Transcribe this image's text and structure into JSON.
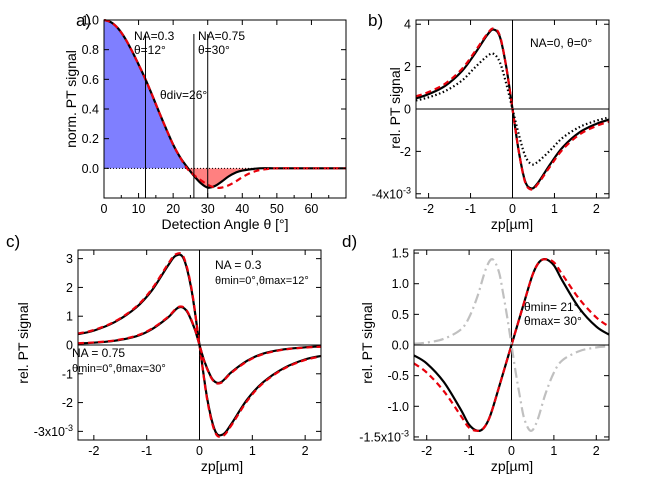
{
  "chart_data": [
    {
      "type": "line",
      "panel_label": "a)",
      "xlabel": "Detection Angle θ [°]",
      "ylabel": "norm. PT signal",
      "xlim": [
        0,
        70
      ],
      "ylim": [
        -0.2,
        1.0
      ],
      "xticks": [
        0,
        10,
        20,
        30,
        40,
        50,
        60
      ],
      "yticks": [
        0.0,
        0.2,
        0.4,
        0.6,
        0.8,
        1.0
      ],
      "xtick_labels": [
        "0",
        "10",
        "20",
        "30",
        "40",
        "50",
        "60"
      ],
      "ytick_labels": [
        "0.0",
        "0.2",
        "0.4",
        "0.6",
        "0.8",
        "1.0"
      ],
      "grid": false,
      "annotations": [
        {
          "line1": "NA=0.3",
          "line2": "θ=12°",
          "x": 12
        },
        {
          "line1": "NA=0.75",
          "line2": "θ=30°",
          "x": 30
        },
        {
          "text": "θdiv=26°",
          "x": 26
        }
      ],
      "colors": {
        "positive_fill": "#7f7fff",
        "negative_fill": "#ff8080",
        "model": "#000000",
        "theory": "#e8000b"
      },
      "series": [
        {
          "style": "solid-black",
          "x": [
            0,
            2,
            4,
            6,
            8,
            10,
            12,
            14,
            16,
            18,
            20,
            22,
            24,
            26,
            28,
            30,
            32,
            34,
            36,
            38,
            40,
            45,
            50,
            60,
            70
          ],
          "values": [
            1.0,
            0.985,
            0.945,
            0.88,
            0.795,
            0.7,
            0.6,
            0.49,
            0.375,
            0.265,
            0.16,
            0.075,
            0.01,
            -0.05,
            -0.1,
            -0.13,
            -0.12,
            -0.09,
            -0.055,
            -0.03,
            -0.015,
            0.0,
            0.0,
            0.0,
            0.0
          ]
        },
        {
          "style": "dashed-red",
          "x": [
            0,
            2,
            4,
            6,
            8,
            10,
            12,
            14,
            16,
            18,
            20,
            22,
            24,
            26,
            28,
            30,
            32,
            34,
            36,
            38,
            40,
            42,
            44,
            46,
            50,
            60,
            70
          ],
          "values": [
            1.0,
            0.985,
            0.945,
            0.88,
            0.795,
            0.7,
            0.6,
            0.49,
            0.375,
            0.265,
            0.16,
            0.075,
            0.0,
            -0.045,
            -0.08,
            -0.11,
            -0.13,
            -0.13,
            -0.115,
            -0.09,
            -0.06,
            -0.035,
            -0.018,
            -0.008,
            0.0,
            0.0,
            0.0
          ]
        }
      ]
    },
    {
      "type": "line",
      "panel_label": "b)",
      "xlabel": "zp[µm]",
      "ylabel": "rel. PT signal",
      "xlim": [
        -2.3,
        2.3
      ],
      "ylim": [
        -4.2,
        4.2
      ],
      "xticks": [
        -2,
        -1,
        0,
        1,
        2
      ],
      "yticks": [
        -4,
        -2,
        0,
        2,
        4
      ],
      "xtick_labels": [
        "-2",
        "-1",
        "0",
        "1",
        "2"
      ],
      "ytick_labels": [
        "-4x10-3",
        "-2",
        "0",
        "2",
        "4"
      ],
      "grid": false,
      "annotation": "NA=0, θ=0°",
      "series": [
        {
          "style": "solid-black",
          "x": [
            -2.3,
            -2,
            -1.6,
            -1.2,
            -0.9,
            -0.6,
            -0.45,
            -0.3,
            -0.15,
            0,
            0.15,
            0.3,
            0.45,
            0.6,
            0.9,
            1.2,
            1.6,
            2,
            2.3
          ],
          "values": [
            0.5,
            0.7,
            1.1,
            1.8,
            2.6,
            3.5,
            3.75,
            3.4,
            2.0,
            0,
            -2.0,
            -3.4,
            -3.75,
            -3.5,
            -2.6,
            -1.8,
            -1.1,
            -0.7,
            -0.5
          ]
        },
        {
          "style": "dashed-red",
          "x": [
            -2.3,
            -2,
            -1.6,
            -1.2,
            -0.9,
            -0.6,
            -0.45,
            -0.3,
            -0.15,
            0,
            0.15,
            0.3,
            0.45,
            0.6,
            0.9,
            1.2,
            1.6,
            2,
            2.3
          ],
          "values": [
            0.6,
            0.8,
            1.2,
            1.9,
            2.7,
            3.55,
            3.8,
            3.45,
            2.0,
            0,
            -2.0,
            -3.45,
            -3.8,
            -3.55,
            -2.7,
            -1.9,
            -1.2,
            -0.8,
            -0.6
          ]
        },
        {
          "style": "dotted-black",
          "x": [
            -2.3,
            -2,
            -1.6,
            -1.2,
            -0.9,
            -0.6,
            -0.45,
            -0.3,
            -0.15,
            0,
            0.15,
            0.3,
            0.45,
            0.6,
            0.9,
            1.2,
            1.6,
            2,
            2.3
          ],
          "values": [
            0.4,
            0.55,
            0.85,
            1.35,
            1.95,
            2.5,
            2.6,
            2.2,
            1.2,
            0,
            -1.2,
            -2.2,
            -2.6,
            -2.5,
            -1.95,
            -1.35,
            -0.85,
            -0.55,
            -0.4
          ]
        }
      ]
    },
    {
      "type": "line",
      "panel_label": "c)",
      "xlabel": "zp[µm]",
      "ylabel": "rel. PT signal",
      "xlim": [
        -2.3,
        2.3
      ],
      "ylim": [
        -3.3,
        3.3
      ],
      "xticks": [
        -2,
        -1,
        0,
        1,
        2
      ],
      "yticks": [
        -3,
        -2,
        -1,
        0,
        1,
        2,
        3
      ],
      "xtick_labels": [
        "-2",
        "-1",
        "0",
        "1",
        "2"
      ],
      "ytick_labels": [
        "-3x10-3",
        "-2",
        "-1",
        "0",
        "1",
        "2",
        "3"
      ],
      "grid": false,
      "annotations": [
        {
          "line1": "NA = 0.3",
          "line2": "θmin=0°,θmax=12°"
        },
        {
          "line1": "NA = 0.75",
          "line2": "θmin=0°,θmax=30°"
        }
      ],
      "series": [
        {
          "name": "NA = 0.3",
          "style": "solid-black",
          "x": [
            -2.3,
            -2,
            -1.6,
            -1.2,
            -0.9,
            -0.6,
            -0.45,
            -0.3,
            -0.15,
            0,
            0.15,
            0.3,
            0.45,
            0.6,
            0.9,
            1.2,
            1.6,
            2,
            2.3
          ],
          "values": [
            0.38,
            0.5,
            0.8,
            1.3,
            1.9,
            2.75,
            3.1,
            3.0,
            1.9,
            0,
            -1.9,
            -3.0,
            -3.1,
            -2.75,
            -1.9,
            -1.3,
            -0.8,
            -0.5,
            -0.38
          ]
        },
        {
          "name": "NA = 0.3",
          "style": "dashed-red",
          "x": [
            -2.3,
            -2,
            -1.6,
            -1.2,
            -0.9,
            -0.6,
            -0.45,
            -0.3,
            -0.15,
            0,
            0.15,
            0.3,
            0.45,
            0.6,
            0.9,
            1.2,
            1.6,
            2,
            2.3
          ],
          "values": [
            0.4,
            0.52,
            0.82,
            1.33,
            1.95,
            2.8,
            3.15,
            3.05,
            1.95,
            0,
            -1.95,
            -3.05,
            -3.15,
            -2.8,
            -1.95,
            -1.33,
            -0.82,
            -0.52,
            -0.4
          ]
        },
        {
          "name": "NA = 0.75",
          "style": "solid-black",
          "x": [
            -2.3,
            -2,
            -1.6,
            -1.2,
            -0.9,
            -0.6,
            -0.4,
            -0.25,
            -0.1,
            0,
            0.1,
            0.25,
            0.4,
            0.6,
            0.9,
            1.2,
            1.6,
            2,
            2.3
          ],
          "values": [
            0.05,
            0.08,
            0.15,
            0.3,
            0.55,
            0.95,
            1.3,
            1.2,
            0.6,
            0,
            -0.6,
            -1.2,
            -1.3,
            -0.95,
            -0.55,
            -0.3,
            -0.15,
            -0.08,
            -0.05
          ]
        },
        {
          "name": "NA = 0.75",
          "style": "dashed-red",
          "x": [
            -2.3,
            -2,
            -1.6,
            -1.2,
            -0.9,
            -0.6,
            -0.4,
            -0.25,
            -0.1,
            0,
            0.1,
            0.25,
            0.4,
            0.6,
            0.9,
            1.2,
            1.6,
            2,
            2.3
          ],
          "values": [
            0.06,
            0.09,
            0.16,
            0.32,
            0.57,
            0.97,
            1.32,
            1.22,
            0.62,
            0,
            -0.62,
            -1.22,
            -1.32,
            -0.97,
            -0.57,
            -0.32,
            -0.16,
            -0.09,
            -0.06
          ]
        }
      ]
    },
    {
      "type": "line",
      "panel_label": "d)",
      "xlabel": "zp[µm]",
      "ylabel": "rel. PT signal",
      "xlim": [
        -2.3,
        2.3
      ],
      "ylim": [
        -1.55,
        1.55
      ],
      "xticks": [
        -2,
        -1,
        0,
        1,
        2
      ],
      "yticks": [
        -1.5,
        -1.0,
        -0.5,
        0.0,
        0.5,
        1.0,
        1.5
      ],
      "xtick_labels": [
        "-2",
        "-1",
        "0",
        "1",
        "2"
      ],
      "ytick_labels": [
        "-1.5x10-3",
        "-1.0",
        "-0.5",
        "0.0",
        "0.5",
        "1.0",
        "1.5"
      ],
      "grid": false,
      "annotation": {
        "line1": "θmin= 21°,",
        "line2": "θmax= 30°"
      },
      "colors": {
        "reference": "#c0c0c0"
      },
      "series": [
        {
          "style": "solid-black",
          "x": [
            -2.3,
            -2,
            -1.6,
            -1.2,
            -1,
            -0.8,
            -0.65,
            -0.5,
            -0.3,
            -0.15,
            0,
            0.15,
            0.3,
            0.5,
            0.65,
            0.8,
            1,
            1.2,
            1.6,
            2,
            2.3
          ],
          "values": [
            -0.17,
            -0.3,
            -0.6,
            -1.05,
            -1.3,
            -1.4,
            -1.35,
            -1.15,
            -0.7,
            -0.35,
            0,
            0.35,
            0.7,
            1.15,
            1.35,
            1.4,
            1.3,
            1.05,
            0.6,
            0.3,
            0.17
          ]
        },
        {
          "style": "dashed-red",
          "x": [
            -2.3,
            -2,
            -1.6,
            -1.2,
            -1,
            -0.8,
            -0.65,
            -0.5,
            -0.3,
            -0.15,
            0,
            0.15,
            0.3,
            0.5,
            0.65,
            0.8,
            1,
            1.2,
            1.6,
            2,
            2.3
          ],
          "values": [
            -0.3,
            -0.45,
            -0.75,
            -1.15,
            -1.35,
            -1.4,
            -1.35,
            -1.15,
            -0.7,
            -0.35,
            0,
            0.35,
            0.7,
            1.15,
            1.35,
            1.4,
            1.35,
            1.15,
            0.75,
            0.45,
            0.3
          ]
        },
        {
          "style": "dashdot-gray",
          "x": [
            -2.3,
            -2,
            -1.6,
            -1.2,
            -1,
            -0.8,
            -0.6,
            -0.45,
            -0.3,
            -0.2,
            -0.1,
            0,
            0.1,
            0.2,
            0.3,
            0.45,
            0.6,
            0.8,
            1,
            1.2,
            1.6,
            2,
            2.3
          ],
          "values": [
            0.02,
            0.04,
            0.1,
            0.25,
            0.45,
            0.8,
            1.25,
            1.4,
            1.2,
            0.85,
            0.45,
            0,
            -0.45,
            -0.85,
            -1.2,
            -1.4,
            -1.25,
            -0.8,
            -0.45,
            -0.25,
            -0.1,
            -0.04,
            -0.02
          ]
        }
      ]
    }
  ]
}
